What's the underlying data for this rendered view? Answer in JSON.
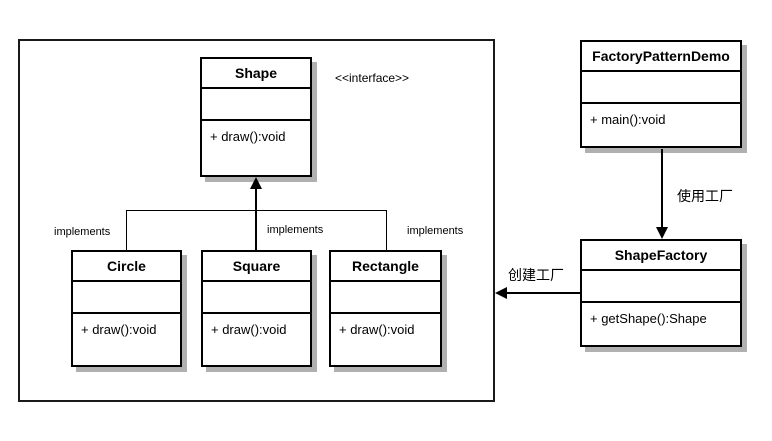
{
  "stereotype": "<<interface>>",
  "classes": {
    "shape": {
      "name": "Shape",
      "attributes": "",
      "method": "+ draw():void"
    },
    "circle": {
      "name": "Circle",
      "attributes": "",
      "method": "+ draw():void"
    },
    "square": {
      "name": "Square",
      "attributes": "",
      "method": "+ draw():void"
    },
    "rectangle": {
      "name": "Rectangle",
      "attributes": "",
      "method": "+ draw():void"
    },
    "factory_pattern_demo": {
      "name": "FactoryPatternDemo",
      "attributes": "",
      "method": "+ main():void"
    },
    "shape_factory": {
      "name": "ShapeFactory",
      "attributes": "",
      "method": "+ getShape():Shape"
    }
  },
  "labels": {
    "implements": [
      "implements",
      "implements",
      "implements"
    ],
    "use_factory": "使用工厂",
    "create_factory": "创建工厂"
  },
  "colors": {
    "line": "#000000",
    "shadow": "#b0b0b0",
    "background": "#ffffff",
    "text": "#000000"
  }
}
